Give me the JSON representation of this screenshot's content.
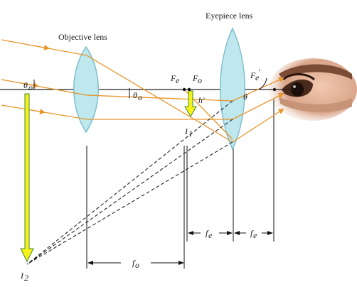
{
  "labels": {
    "objective_lens": "Objective lens",
    "eyepiece_lens": "Eyepiece lens",
    "theta_o_left": "θ",
    "theta_o_left_sub": "o",
    "theta_o_mid": "θ",
    "theta_o_mid_sub": "o",
    "fe_focal_point": "F",
    "fe_focal_point_sub": "e",
    "fo_focal_point": "F",
    "fo_focal_point_sub": "o",
    "fe_prime": "F",
    "fe_prime_sub": "e",
    "fe_prime_mark": "′",
    "h_prime": "h′",
    "theta": "θ",
    "i1": "I",
    "i1_sub": "1",
    "i2": "I",
    "i2_sub": "2",
    "dim_fo": "f",
    "dim_fo_sub": "o",
    "dim_fe_1": "f",
    "dim_fe_1_sub": "e",
    "dim_fe_2": "f",
    "dim_fe_2_sub": "e"
  },
  "colors": {
    "ray": "#e8952a",
    "lens_fill": "#bfe7ee",
    "lens_stroke": "#7cbfcc",
    "arrow_fill": "#f5f21a",
    "arrow_stroke": "#3c8a2e",
    "axis": "#222222",
    "skin": "#d9a58a"
  },
  "icons": {
    "eye": "eye-image"
  }
}
